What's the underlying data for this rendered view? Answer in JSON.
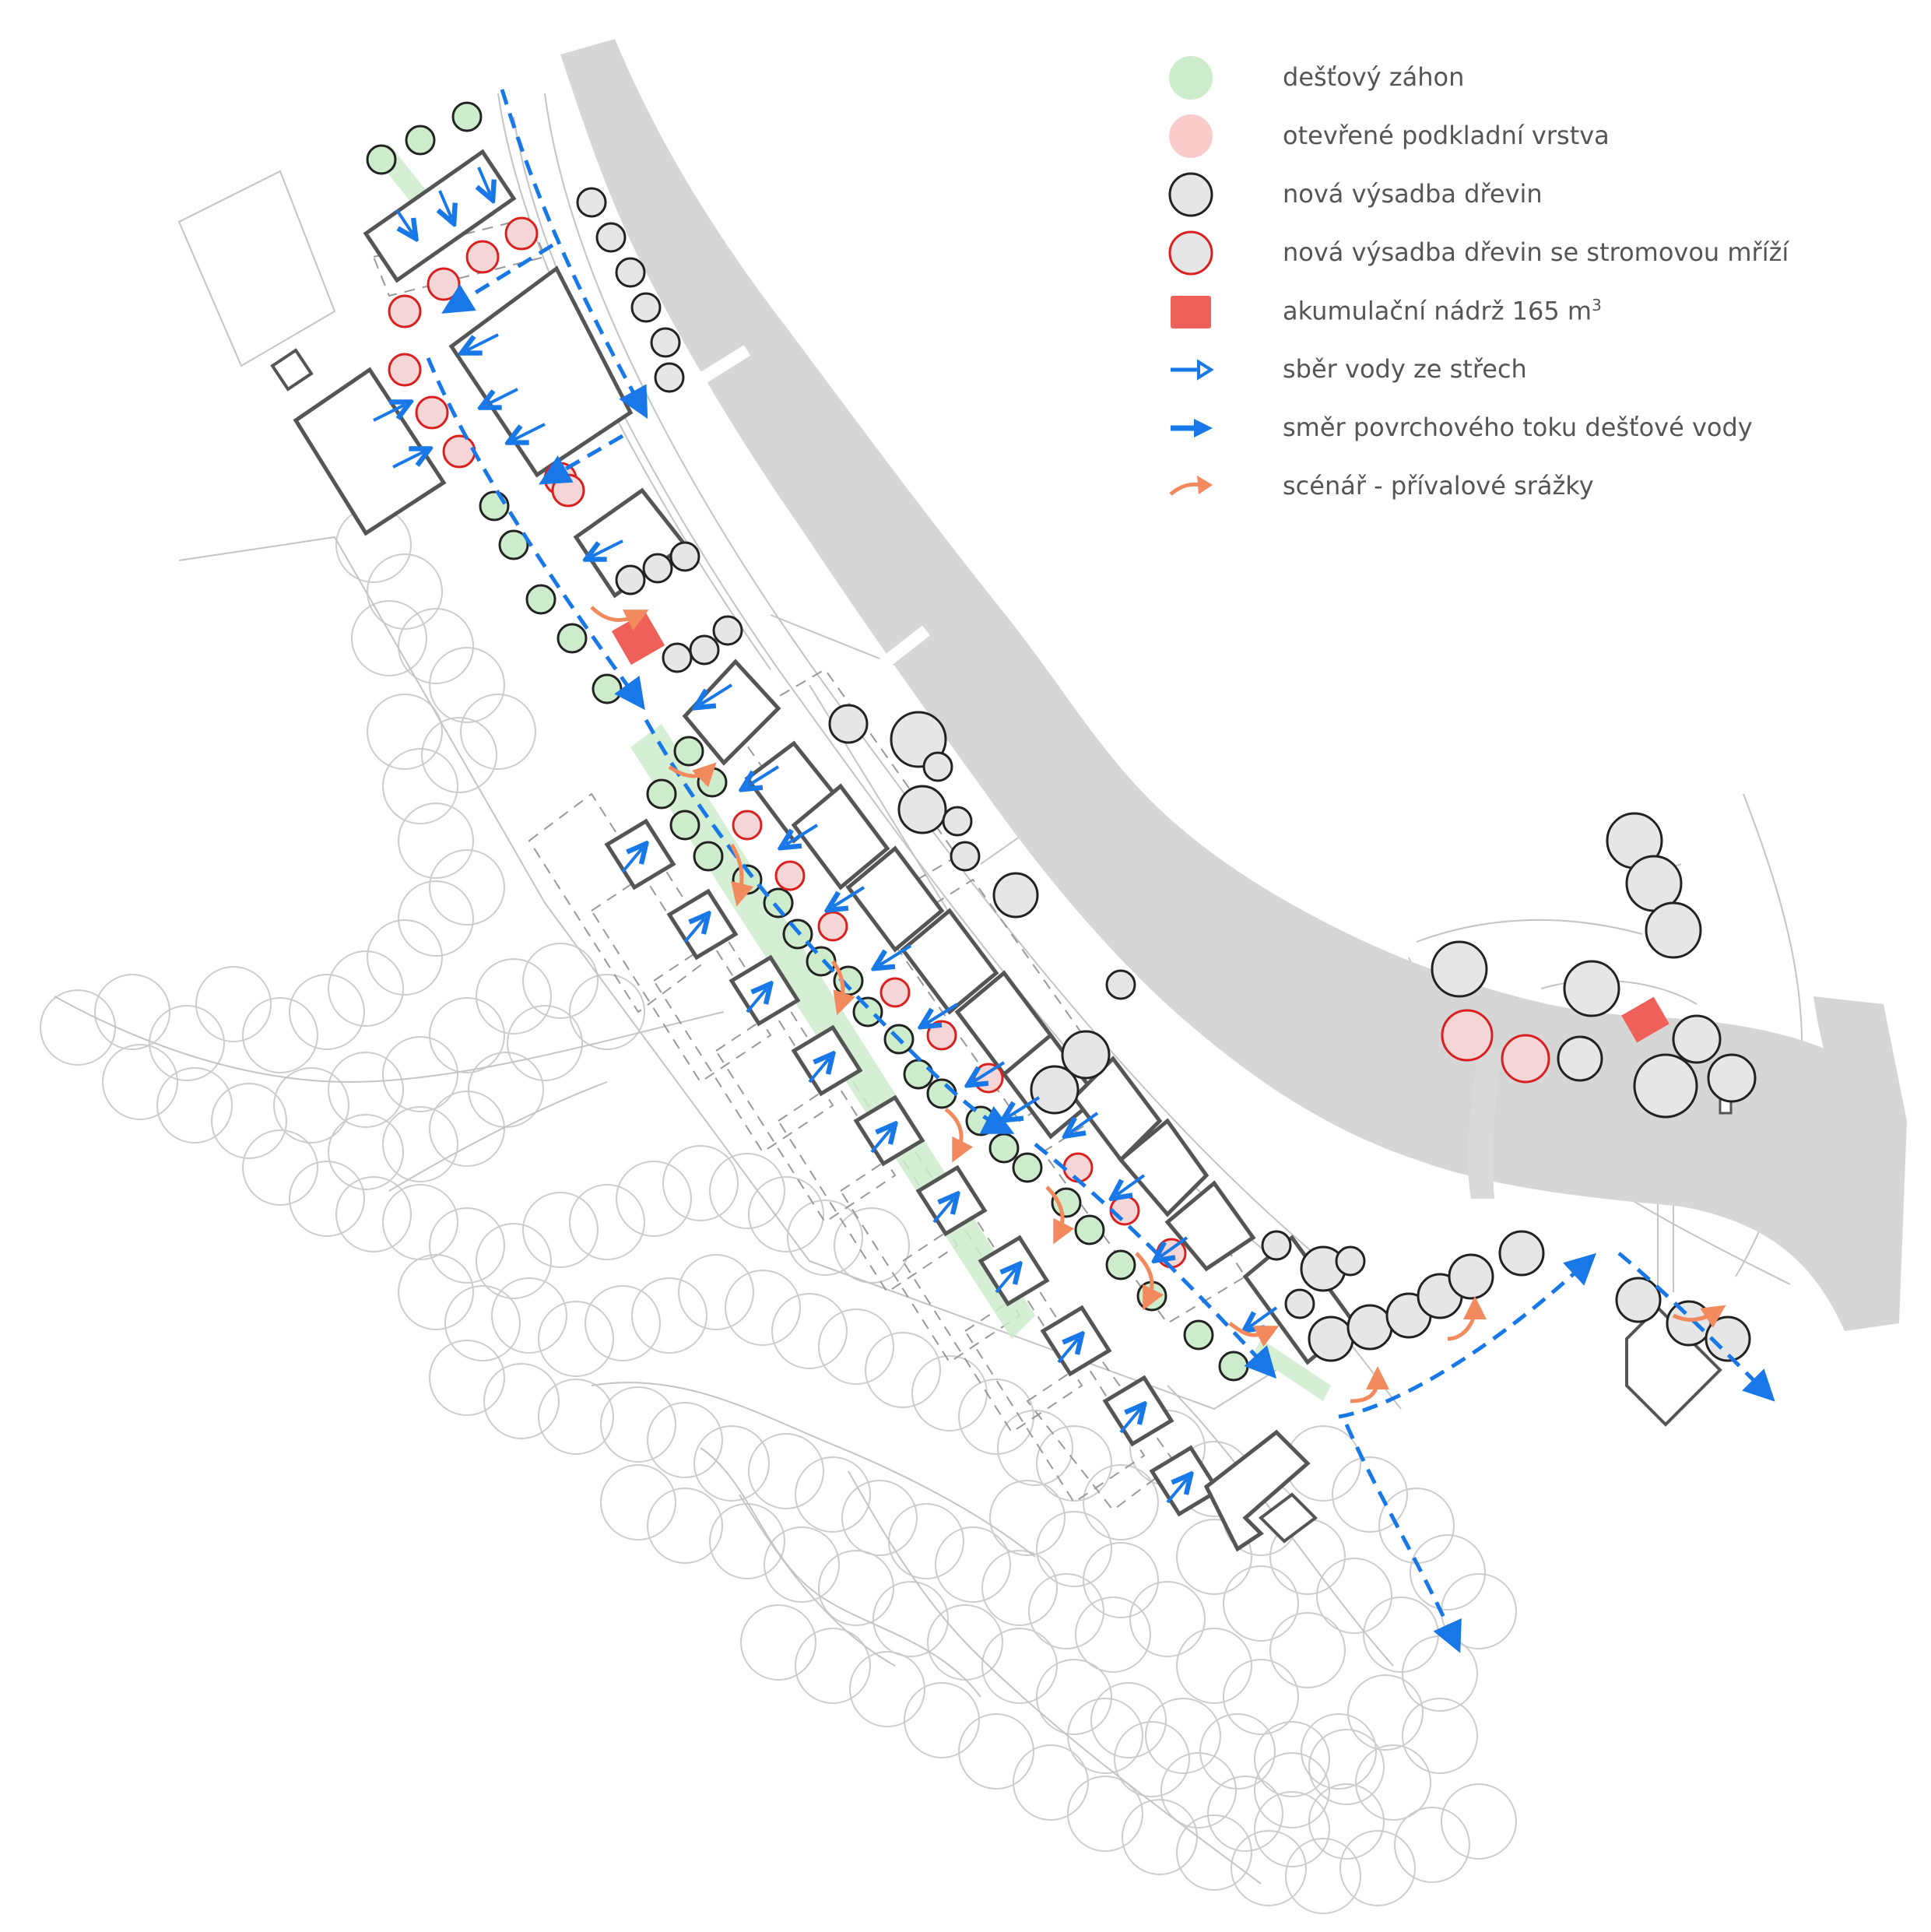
{
  "legend": {
    "items": [
      {
        "id": "rain-garden",
        "label": "dešťový záhon",
        "color": "#cdeccb"
      },
      {
        "id": "open-subbase",
        "label": "otevřené podkladní vrstva",
        "color": "#f9cccc"
      },
      {
        "id": "new-trees",
        "label": "nová výsadba dřevin",
        "color": "#e6e6e6"
      },
      {
        "id": "new-trees-grate",
        "label": "nová výsadba dřevin se stromovou mříží",
        "color": "#d9201f"
      },
      {
        "id": "tank",
        "label": "akumulační nádrž 165 m",
        "sup": "3",
        "color": "#f0605a"
      },
      {
        "id": "roof-collection",
        "label": "sběr vody ze střech",
        "color": "#1878e8"
      },
      {
        "id": "surface-flow",
        "label": "směr povrchového toku dešťové vody",
        "color": "#1878e8"
      },
      {
        "id": "storm-scenario",
        "label": "scénář - přívalové srážky",
        "color": "#f28a5e"
      }
    ]
  },
  "colors": {
    "road": "#d6d6d6",
    "building": "#555555",
    "tree_outline": "#222222",
    "tree_fill": "#e6e6e6",
    "grate_outline": "#d9201f",
    "rain_garden": "#cdeccb",
    "flow": "#1878e8",
    "storm": "#f28a5e",
    "tank": "#f0605a",
    "context_line": "#c8c8c8"
  }
}
